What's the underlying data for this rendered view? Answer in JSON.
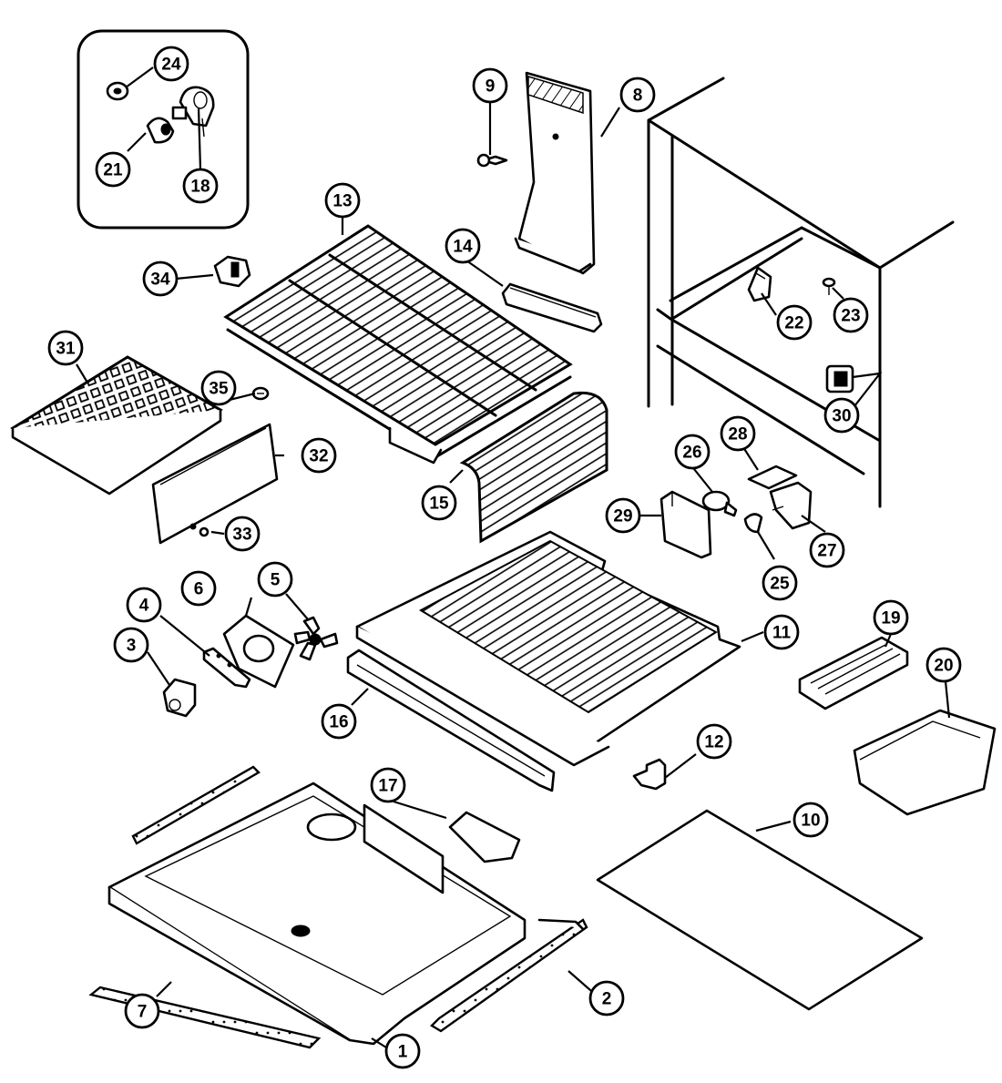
{
  "diagram": {
    "colors": {
      "line": "#000000",
      "background": "#ffffff"
    },
    "callouts": [
      {
        "id": "1",
        "label": "1",
        "part": "drain-pan"
      },
      {
        "id": "2",
        "label": "2",
        "part": "side-rail-right"
      },
      {
        "id": "3",
        "label": "3",
        "part": "bracket"
      },
      {
        "id": "4",
        "label": "4",
        "part": "mounting-strap"
      },
      {
        "id": "5",
        "label": "5",
        "part": "fan-blade"
      },
      {
        "id": "6",
        "label": "6",
        "part": "fan-bracket"
      },
      {
        "id": "7",
        "label": "7",
        "part": "side-rail-left"
      },
      {
        "id": "8",
        "label": "8",
        "part": "air-duct"
      },
      {
        "id": "9",
        "label": "9",
        "part": "screw"
      },
      {
        "id": "10",
        "label": "10",
        "part": "bottom-panel"
      },
      {
        "id": "11",
        "label": "11",
        "part": "crisper-shelf"
      },
      {
        "id": "12",
        "label": "12",
        "part": "shelf-support"
      },
      {
        "id": "13",
        "label": "13",
        "part": "wire-shelf"
      },
      {
        "id": "14",
        "label": "14",
        "part": "shelf-trim"
      },
      {
        "id": "15",
        "label": "15",
        "part": "shelf-cover"
      },
      {
        "id": "16",
        "label": "16",
        "part": "front-trim"
      },
      {
        "id": "17",
        "label": "17",
        "part": "drain-cover"
      },
      {
        "id": "18",
        "label": "18",
        "part": "valve"
      },
      {
        "id": "19",
        "label": "19",
        "part": "ice-tray"
      },
      {
        "id": "20",
        "label": "20",
        "part": "ice-bin"
      },
      {
        "id": "21",
        "label": "21",
        "part": "grommet"
      },
      {
        "id": "22",
        "label": "22",
        "part": "shelf-clip"
      },
      {
        "id": "23",
        "label": "23",
        "part": "screw"
      },
      {
        "id": "24",
        "label": "24",
        "part": "washer"
      },
      {
        "id": "25",
        "label": "25",
        "part": "lamp-socket"
      },
      {
        "id": "26",
        "label": "26",
        "part": "light-bulb"
      },
      {
        "id": "27",
        "label": "27",
        "part": "light-switch"
      },
      {
        "id": "28",
        "label": "28",
        "part": "switch-button"
      },
      {
        "id": "29",
        "label": "29",
        "part": "light-shield"
      },
      {
        "id": "30",
        "label": "30",
        "part": "control-switch"
      },
      {
        "id": "31",
        "label": "31",
        "part": "freezer-grid-shelf"
      },
      {
        "id": "32",
        "label": "32",
        "part": "rear-panel"
      },
      {
        "id": "33",
        "label": "33",
        "part": "screw"
      },
      {
        "id": "34",
        "label": "34",
        "part": "shelf-bracket"
      },
      {
        "id": "35",
        "label": "35",
        "part": "plug-button"
      }
    ]
  }
}
